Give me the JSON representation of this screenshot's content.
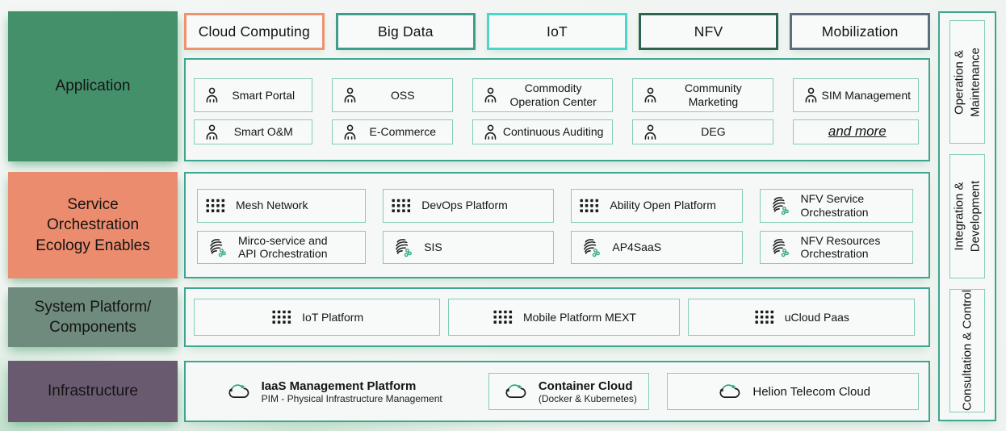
{
  "colors": {
    "container_border": "#3EA690",
    "item_border": "#85CDB7",
    "accent_green": "#2FA877"
  },
  "top_chips": [
    {
      "label": "Cloud Computing",
      "border": "#F0916F"
    },
    {
      "label": "Big Data",
      "border": "#3F9D8B"
    },
    {
      "label": "IoT",
      "border": "#48D7CA"
    },
    {
      "label": "NFV",
      "border": "#2C6450"
    },
    {
      "label": "Mobilization",
      "border": "#5D6C7E"
    }
  ],
  "left_sections": [
    {
      "lines": [
        "Application"
      ],
      "bg": "#44906B"
    },
    {
      "lines": [
        "Service",
        "Orchestration",
        "Ecology Enables"
      ],
      "bg": "#EC8C6E"
    },
    {
      "lines": [
        "System Platform/",
        "Components"
      ],
      "bg": "#6F8B7D"
    },
    {
      "lines": [
        "Infrastructure"
      ],
      "bg": "#6A5A70"
    }
  ],
  "application": {
    "row1": [
      {
        "icon": "person",
        "lines": [
          "Smart Portal"
        ]
      },
      {
        "icon": "person",
        "lines": [
          "OSS"
        ]
      },
      {
        "icon": "person",
        "lines": [
          "Commodity",
          "Operation Center"
        ]
      },
      {
        "icon": "person",
        "lines": [
          "Community",
          "Marketing"
        ]
      },
      {
        "icon": "person",
        "lines": [
          "SIM Management"
        ]
      }
    ],
    "row2": [
      {
        "icon": "person",
        "lines": [
          "Smart O&M"
        ]
      },
      {
        "icon": "person",
        "lines": [
          "E-Commerce"
        ]
      },
      {
        "icon": "person",
        "lines": [
          "Continuous Auditing"
        ]
      },
      {
        "icon": "person",
        "lines": [
          "DEG"
        ]
      },
      {
        "icon": "none",
        "lines": [
          "and more"
        ]
      }
    ]
  },
  "services": {
    "row1": [
      {
        "icon": "grid",
        "lines": [
          "Mesh Network"
        ]
      },
      {
        "icon": "grid",
        "lines": [
          "DevOps Platform"
        ]
      },
      {
        "icon": "grid",
        "lines": [
          "Ability Open Platform"
        ]
      },
      {
        "icon": "orchestration",
        "lines": [
          "NFV Service",
          "Orchestration"
        ]
      }
    ],
    "row2": [
      {
        "icon": "orchestration",
        "lines": [
          "Mirco-service and",
          "API Orchestration"
        ]
      },
      {
        "icon": "orchestration",
        "lines": [
          "SIS"
        ]
      },
      {
        "icon": "orchestration",
        "lines": [
          "AP4SaaS"
        ]
      },
      {
        "icon": "orchestration",
        "lines": [
          "NFV Resources",
          "Orchestration"
        ]
      }
    ]
  },
  "platforms": [
    {
      "icon": "grid",
      "label": "IoT Platform"
    },
    {
      "icon": "grid",
      "label": "Mobile Platform MEXT"
    },
    {
      "icon": "grid",
      "label": "uCloud Paas"
    }
  ],
  "infrastructure": [
    {
      "icon": "cloud-sync",
      "title": "IaaS Management Platform",
      "subtitle": "PIM - Physical Infrastructure Management"
    },
    {
      "icon": "cloud-sync",
      "title": "Container Cloud",
      "subtitle": "(Docker & Kubernetes)"
    },
    {
      "icon": "cloud-sync",
      "title": "Helion Telecom Cloud",
      "subtitle": ""
    }
  ],
  "right_sections": [
    {
      "lines": [
        "Operation &",
        "Maintenance"
      ]
    },
    {
      "lines": [
        "Integration &",
        "Development"
      ]
    },
    {
      "lines": [
        "Consultation & Control"
      ]
    }
  ]
}
